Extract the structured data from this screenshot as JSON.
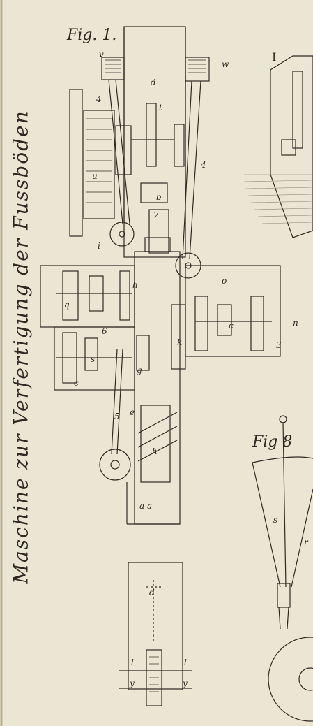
{
  "plate": {
    "title": "Maschine zur Verfertigung der Fussböden",
    "figures": {
      "fig1": "Fig. 1.",
      "fig8": "Fig  8",
      "roman": "I"
    },
    "letters": [
      "d",
      "v",
      "w",
      "4",
      "t",
      "u",
      "i",
      "b",
      "7",
      "r",
      "q",
      "h",
      "s",
      "6",
      "o",
      "c",
      "g",
      "k",
      "5",
      "e",
      "n",
      "3",
      "a a",
      "d",
      "1",
      "y",
      "s",
      "r"
    ]
  },
  "colors": {
    "paper": "#ebe6d3",
    "ink": "#2d2a24",
    "shade": "#8a8270"
  }
}
